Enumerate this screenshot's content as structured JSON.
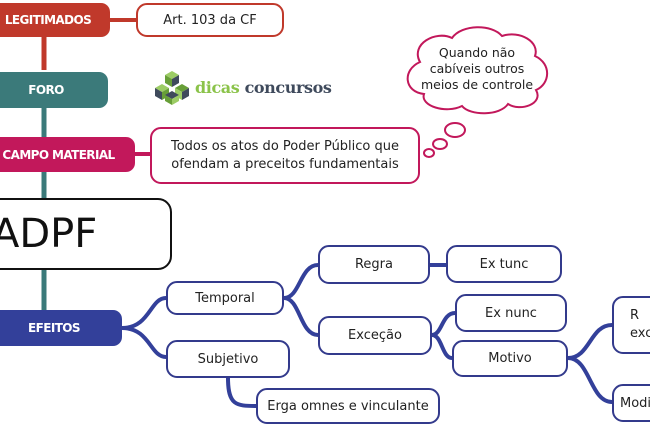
{
  "nodes": {
    "legitimados": "LEGITIMADOS",
    "art": "Art. 103 da CF",
    "foro": "FORO",
    "campo": "CAMPO MATERIAL",
    "campo_desc_1": "Todos os atos do Poder Público que",
    "campo_desc_2": "ofendam a preceitos fundamentais",
    "adpf": "ADPF",
    "efeitos": "EFEITOS",
    "temporal": "Temporal",
    "subjetivo": "Subjetivo",
    "erga": "Erga omnes e vinculante",
    "regra": "Regra",
    "ex_tunc": "Ex tunc",
    "excecao": "Exceção",
    "ex_nunc": "Ex nunc",
    "motivo": "Motivo",
    "cut_right_top_1": "R",
    "cut_right_top_2": "exc",
    "cut_right_bottom": "Modi"
  },
  "cloud": {
    "line1": "Quando não",
    "line2": "cabíveis outros",
    "line3": "meios de controle"
  },
  "logo": {
    "word1": "dicas",
    "word2": "concursos",
    "icon": "cube-cluster-icon"
  },
  "colors": {
    "red": "#c0392b",
    "teal": "#3b7a7a",
    "pink": "#c2185b",
    "blue": "#33409a",
    "logo_green": "#8bc34a",
    "logo_dark": "#3f4a5c"
  }
}
